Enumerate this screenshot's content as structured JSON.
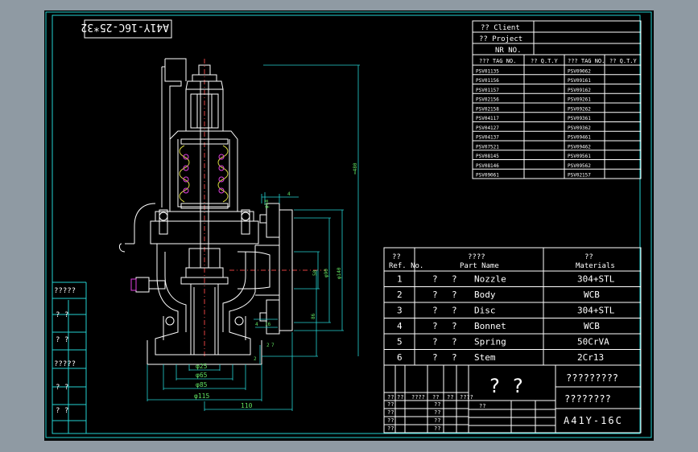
{
  "colors": {
    "frame": "#25d2d2",
    "outline": "#ffffff",
    "centerline": "#e04040",
    "dimension": "#60e060",
    "spring": "#d8d840",
    "background": "#000000"
  },
  "rotated_model": "A41Y-16C-25*32",
  "header_labels": [
    "?? Client",
    "?? Project",
    "NR NO."
  ],
  "tag_table": {
    "headers": [
      "??? TAG NO.",
      "?? Q.T.Y",
      "??? TAG NO.",
      "?? Q.T.Y"
    ],
    "rows": [
      [
        "PSV01135",
        "PSV09062"
      ],
      [
        "PSV01156",
        "PSV09161"
      ],
      [
        "PSV01157",
        "PSV09162"
      ],
      [
        "PSV02156",
        "PSV09261"
      ],
      [
        "PSV02158",
        "PSV09262"
      ],
      [
        "PSV04117",
        "PSV09361"
      ],
      [
        "PSV04127",
        "PSV09362"
      ],
      [
        "PSV04137",
        "PSV09461"
      ],
      [
        "PSV07521",
        "PSV09462"
      ],
      [
        "PSV08145",
        "PSV09561"
      ],
      [
        "PSV08146",
        "PSV09562"
      ],
      [
        "PSV09061",
        "PSV02157"
      ]
    ]
  },
  "parts_table": {
    "headers": [
      [
        "??",
        "Ref. No."
      ],
      [
        "????",
        "Part Name"
      ],
      [
        "??",
        "Materials"
      ]
    ],
    "rows": [
      {
        "ref": "1",
        "q1": "?",
        "q2": "?",
        "name": "Nozzle",
        "material": "304+STL"
      },
      {
        "ref": "2",
        "q1": "?",
        "q2": "?",
        "name": "Body",
        "material": "WCB"
      },
      {
        "ref": "3",
        "q1": "?",
        "q2": "?",
        "name": "Disc",
        "material": "304+STL"
      },
      {
        "ref": "4",
        "q1": "?",
        "q2": "?",
        "name": "Bonnet",
        "material": "WCB"
      },
      {
        "ref": "5",
        "q1": "?",
        "q2": "?",
        "name": "Spring",
        "material": "50CrVA"
      },
      {
        "ref": "6",
        "q1": "?",
        "q2": "?",
        "name": "Stem",
        "material": "2Cr13"
      }
    ]
  },
  "title_block": {
    "big_mark": "? ?",
    "company": "?????????",
    "drawing_title": "????????",
    "model": "A41Y-16C",
    "small": [
      "??",
      "??",
      "????",
      "??",
      "??",
      "????",
      "??",
      "??",
      "??",
      "??",
      "??",
      "??",
      "??",
      "??",
      "??"
    ]
  },
  "left_strip": [
    "?????",
    "? ?",
    "? ?",
    "?????",
    "? ?",
    "? ?"
  ],
  "dims": {
    "d25": "φ25",
    "d65": "φ65",
    "d85": "φ85",
    "d115": "φ115",
    "len110": "110",
    "d18": "φ18",
    "d4": "4",
    "d50": "50",
    "d90": "φ90",
    "d140": "φ140",
    "h86": "86",
    "h480": "≈480",
    "l4": "4",
    "l16": "16",
    "l2": "2",
    "v2": "2",
    "v7": "7"
  }
}
